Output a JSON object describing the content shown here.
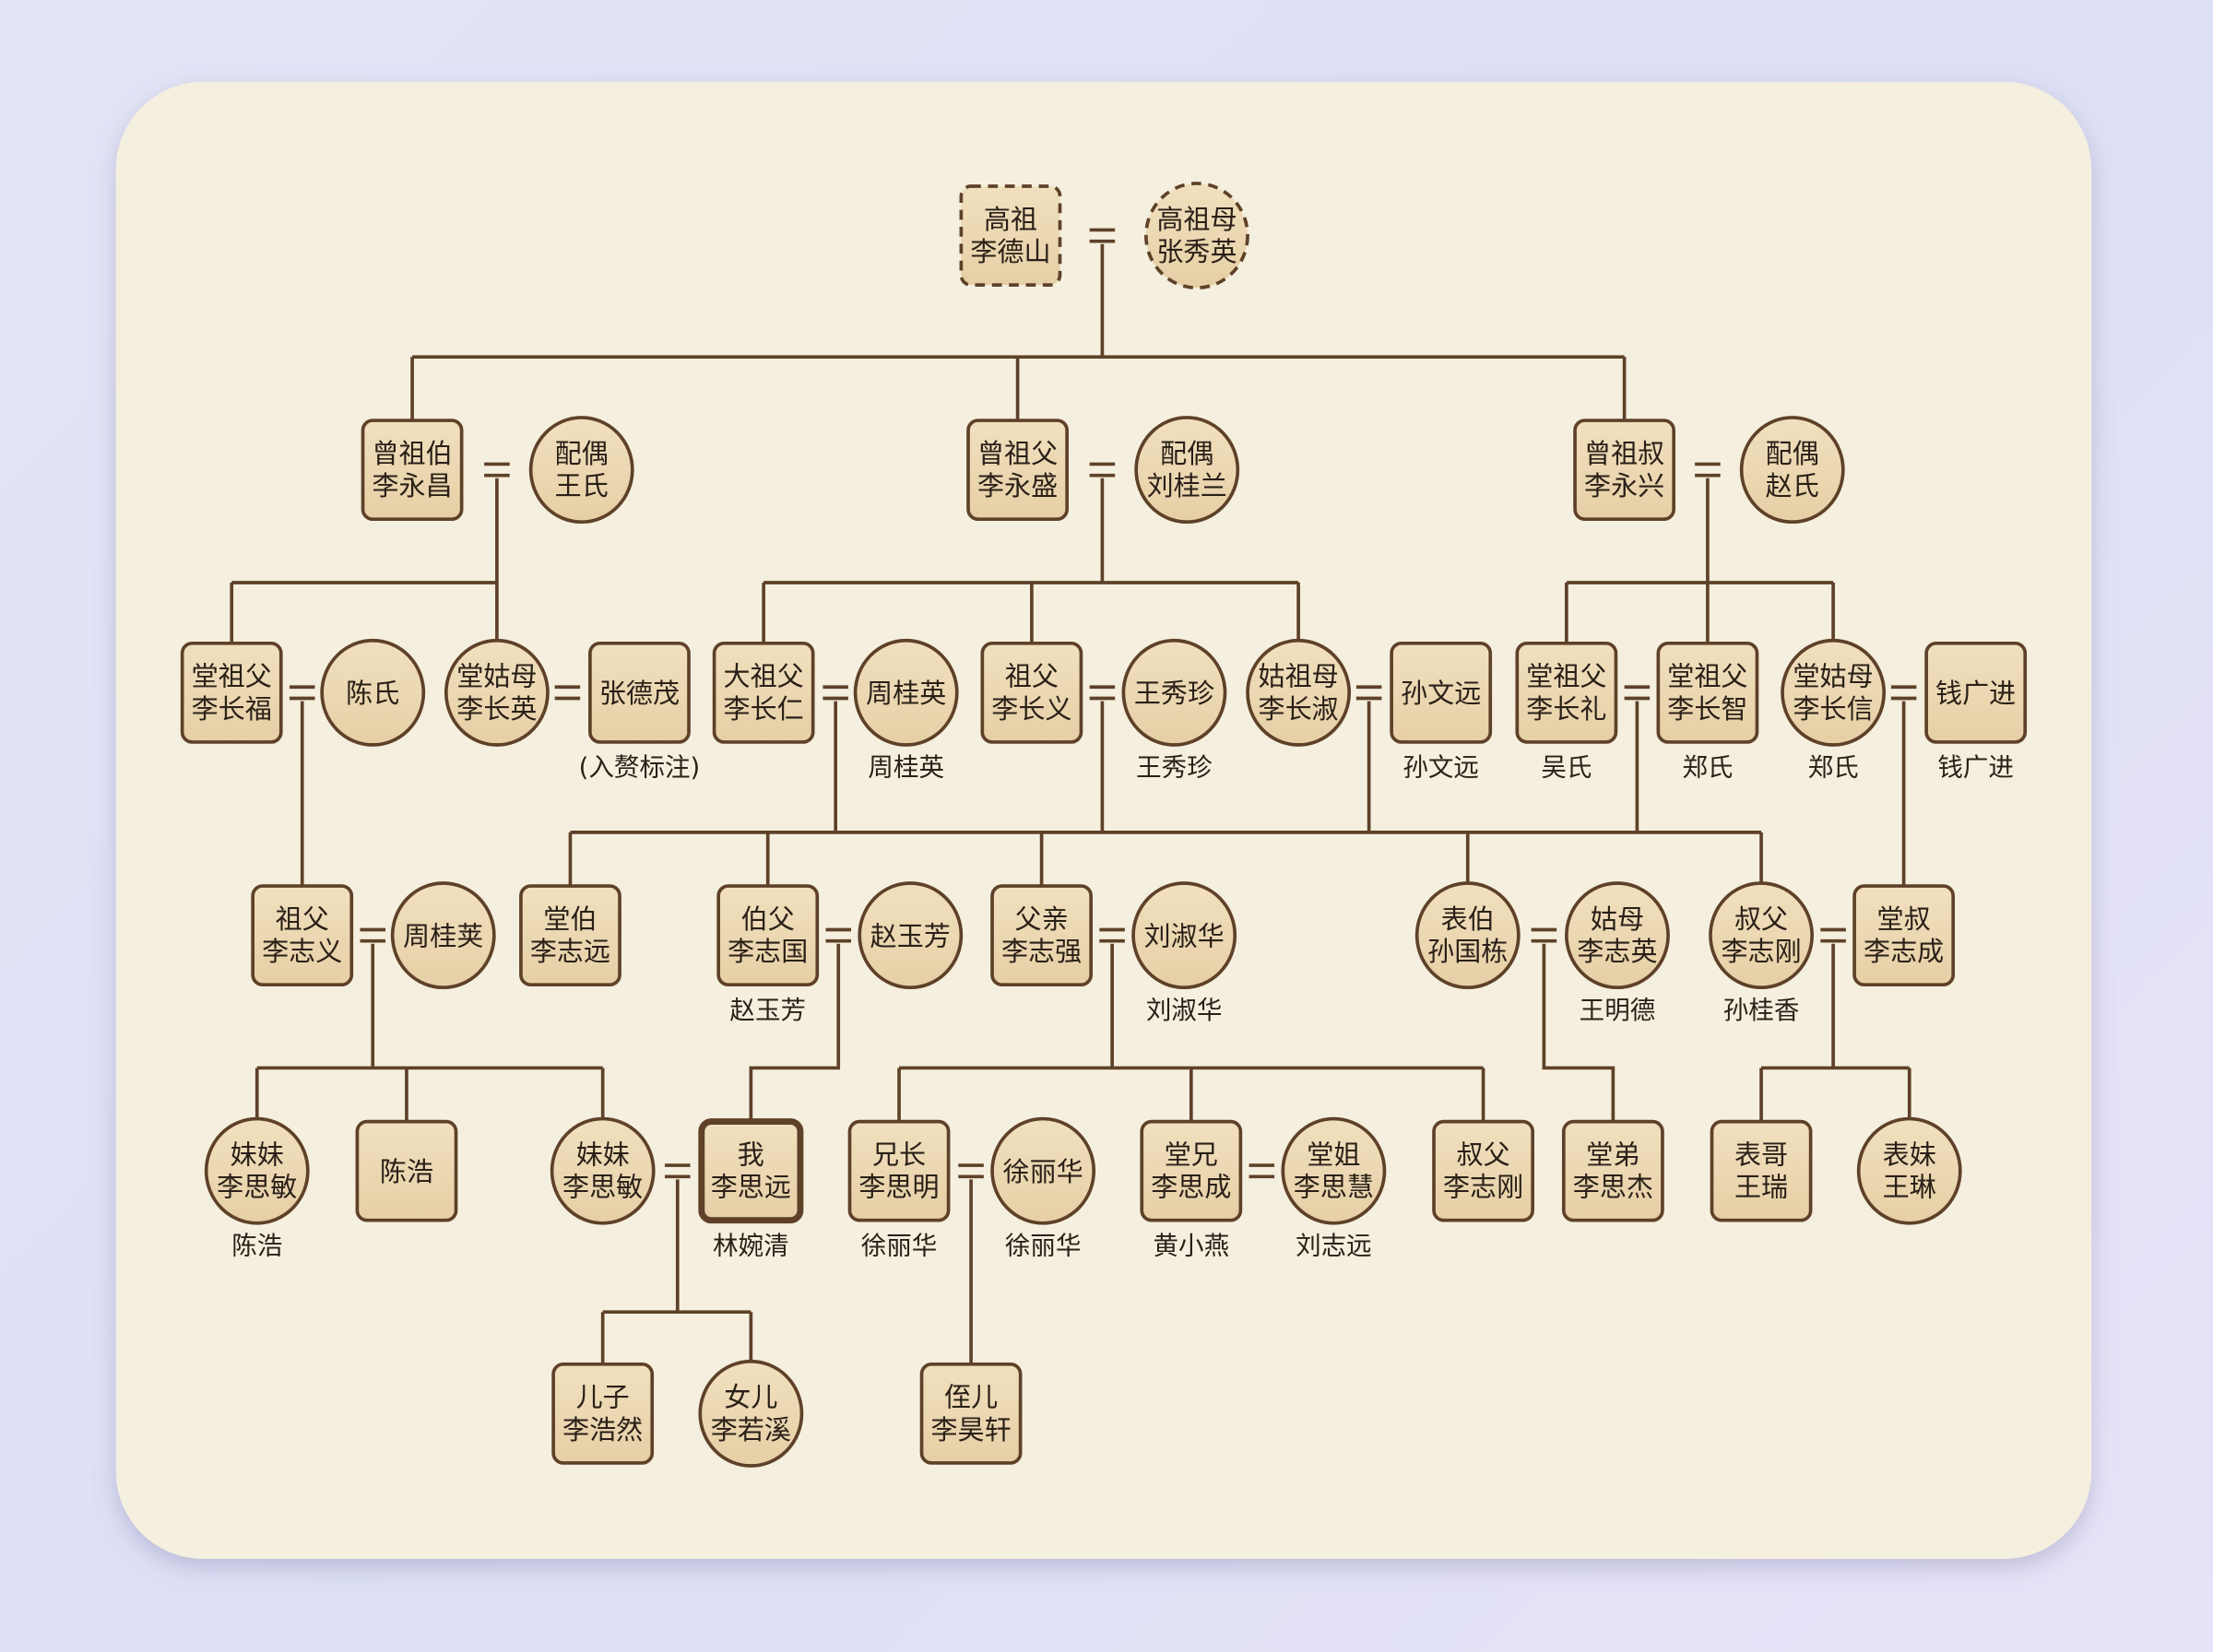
{
  "colors": {
    "card": "#f5efdf",
    "node_fill": "#ecd7b0",
    "node_border": "#5e4128",
    "line": "#5e4128",
    "text": "#2a2018"
  },
  "nodes": [
    {
      "line1": "高祖",
      "line2": "李德山",
      "shape": "rect",
      "dashed": true
    },
    {
      "line1": "高祖母",
      "line2": "张秀英",
      "shape": "circle",
      "dashed": true
    },
    {
      "line1": "曾祖伯",
      "line2": "李永昌",
      "shape": "rect"
    },
    {
      "line1": "配偶",
      "line2": "王氏",
      "shape": "circle"
    },
    {
      "line1": "曾祖父",
      "line2": "李永盛",
      "shape": "rect"
    },
    {
      "line1": "配偶",
      "line2": "刘桂兰",
      "shape": "circle"
    },
    {
      "line1": "曾祖叔",
      "line2": "李永兴",
      "shape": "rect"
    },
    {
      "line1": "配偶",
      "line2": "赵氏",
      "shape": "circle"
    },
    {
      "line1": "堂祖父",
      "line2": "李长福",
      "shape": "rect"
    },
    {
      "line1": "陈氏",
      "line2": "",
      "shape": "circle"
    },
    {
      "line1": "堂姑母",
      "line2": "李长英",
      "shape": "circle"
    },
    {
      "line1": "张德茂",
      "line2": "",
      "shape": "rect",
      "label": "(入赘标注)"
    },
    {
      "line1": "大祖父",
      "line2": "李长仁",
      "shape": "rect"
    },
    {
      "line1": "周桂英",
      "line2": "",
      "shape": "circle",
      "label": "周桂英"
    },
    {
      "line1": "祖父",
      "line2": "李长义",
      "shape": "rect"
    },
    {
      "line1": "王秀珍",
      "line2": "",
      "shape": "circle",
      "label": "王秀珍"
    },
    {
      "line1": "姑祖母",
      "line2": "李长淑",
      "shape": "circle"
    },
    {
      "line1": "孙文远",
      "line2": "",
      "shape": "rect",
      "label": "孙文远"
    },
    {
      "line1": "堂祖父",
      "line2": "李长礼",
      "shape": "rect",
      "label": "吴氏"
    },
    {
      "line1": "堂祖父",
      "line2": "李长智",
      "shape": "rect",
      "label": "郑氏"
    },
    {
      "line1": "堂姑母",
      "line2": "李长信",
      "shape": "circle",
      "label": "郑氏"
    },
    {
      "line1": "钱广进",
      "line2": "",
      "shape": "rect",
      "label": "钱广进"
    },
    {
      "line1": "祖父",
      "line2": "李志义",
      "shape": "rect"
    },
    {
      "line1": "周桂荚",
      "line2": "",
      "shape": "circle"
    },
    {
      "line1": "堂伯",
      "line2": "李志远",
      "shape": "rect"
    },
    {
      "line1": "伯父",
      "line2": "李志国",
      "shape": "rect",
      "label": "赵玉芳"
    },
    {
      "line1": "赵玉芳",
      "line2": "",
      "shape": "circle"
    },
    {
      "line1": "父亲",
      "line2": "李志强",
      "shape": "rect"
    },
    {
      "line1": "刘淑华",
      "line2": "",
      "shape": "circle",
      "label": "刘淑华"
    },
    {
      "line1": "表伯",
      "line2": "孙国栋",
      "shape": "circle"
    },
    {
      "line1": "姑母",
      "line2": "李志英",
      "shape": "circle",
      "label": "王明德"
    },
    {
      "line1": "叔父",
      "line2": "李志刚",
      "shape": "circle",
      "label": "孙桂香"
    },
    {
      "line1": "堂叔",
      "line2": "李志成",
      "shape": "rect"
    },
    {
      "line1": "妹妹",
      "line2": "李思敏",
      "shape": "circle",
      "label": "陈浩"
    },
    {
      "line1": "陈浩",
      "line2": "",
      "shape": "rect"
    },
    {
      "line1": "妹妹",
      "line2": "李思敏",
      "shape": "circle"
    },
    {
      "line1": "我",
      "line2": "李思远",
      "shape": "rect",
      "label": "林婉清",
      "highlighted": true
    },
    {
      "line1": "兄长",
      "line2": "李思明",
      "shape": "rect",
      "label": "徐丽华"
    },
    {
      "line1": "徐丽华",
      "line2": "",
      "shape": "circle",
      "label": "徐丽华"
    },
    {
      "line1": "堂兄",
      "line2": "李思成",
      "shape": "rect",
      "label": "黄小燕"
    },
    {
      "line1": "堂姐",
      "line2": "李思慧",
      "shape": "circle",
      "label": "刘志远"
    },
    {
      "line1": "叔父",
      "line2": "李志刚",
      "shape": "rect"
    },
    {
      "line1": "堂弟",
      "line2": "李思杰",
      "shape": "rect"
    },
    {
      "line1": "表哥",
      "line2": "王瑞",
      "shape": "rect"
    },
    {
      "line1": "表妹",
      "line2": "王琳",
      "shape": "circle"
    },
    {
      "line1": "儿子",
      "line2": "李浩然",
      "shape": "rect"
    },
    {
      "line1": "女儿",
      "line2": "李若溪",
      "shape": "circle"
    },
    {
      "line1": "侄儿",
      "line2": "李昊轩",
      "shape": "rect"
    }
  ]
}
